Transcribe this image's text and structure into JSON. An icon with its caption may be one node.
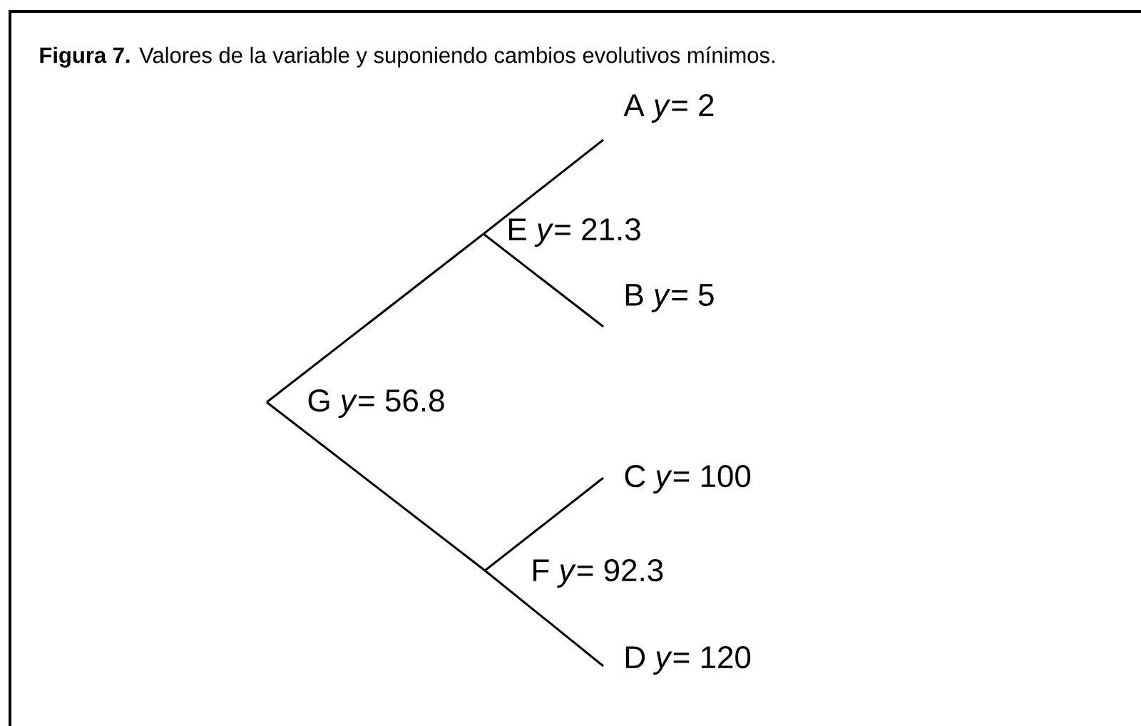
{
  "diagram": {
    "title": "**Figura 7.** Valores de la variable y suponiendo cambios evolutivos mínimos.",
    "nodes": [
      {
        "text": [
          "A *y*= 2"
        ]
      },
      {
        "text": [
          "E *y*= 21.3"
        ]
      },
      {
        "text": [
          "B *y*= 5"
        ]
      },
      {
        "text": [
          "G *y*= 56.8"
        ]
      },
      {
        "text": [
          "C *y*= 100"
        ]
      },
      {
        "text": [
          "F *y*= 92.3"
        ]
      },
      {
        "text": [
          "D *y*= 120"
        ]
      }
    ],
    "edges": [
      {
        "from": 3,
        "to": 1,
        "arrow": "none"
      },
      {
        "from": 1,
        "to": 0,
        "arrow": "none"
      },
      {
        "from": 1,
        "to": 2,
        "arrow": "none"
      },
      {
        "from": 3,
        "to": 5,
        "arrow": "none"
      },
      {
        "from": 5,
        "to": 4,
        "arrow": "none"
      },
      {
        "from": 5,
        "to": 6,
        "arrow": "none"
      }
    ]
  }
}
